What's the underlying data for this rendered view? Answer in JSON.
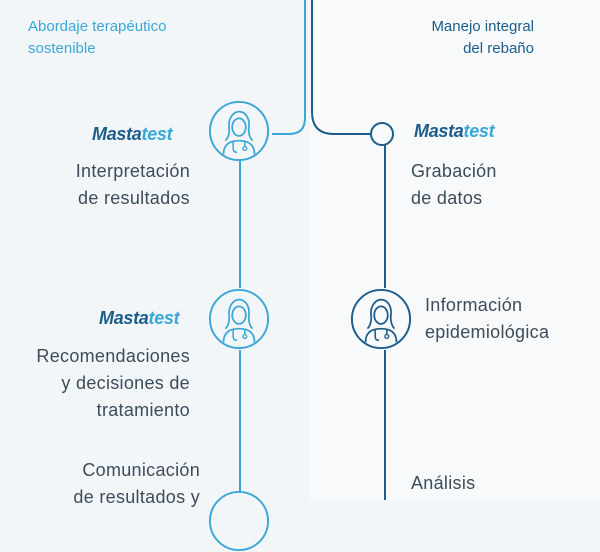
{
  "headings": {
    "left": "Abordaje terapéutico\nsostenible",
    "right": "Manejo integral\ndel rebaño"
  },
  "brand": {
    "part1": "Masta",
    "part2": "test"
  },
  "colors": {
    "light_blue": "#3ba7d6",
    "dark_blue": "#1d5d8a",
    "text": "#3d4c5a",
    "logo_dark": "#1d5d8a",
    "logo_light": "#3ba7d6"
  },
  "left_column": {
    "items": [
      {
        "label": "Interpretación\nde resultados",
        "icon": "doctor-icon"
      },
      {
        "label": "Recomendaciones\ny decisiones de\ntratamiento",
        "icon": "doctor-icon"
      },
      {
        "label": "Comunicación\nde resultados y",
        "icon": "doctor-icon"
      }
    ]
  },
  "right_column": {
    "items": [
      {
        "label": "Grabación\nde datos",
        "icon": "node-circle"
      },
      {
        "label": "Información\nepidemiológica",
        "icon": "doctor-icon"
      },
      {
        "label": "Análisis",
        "icon": "none"
      }
    ]
  }
}
